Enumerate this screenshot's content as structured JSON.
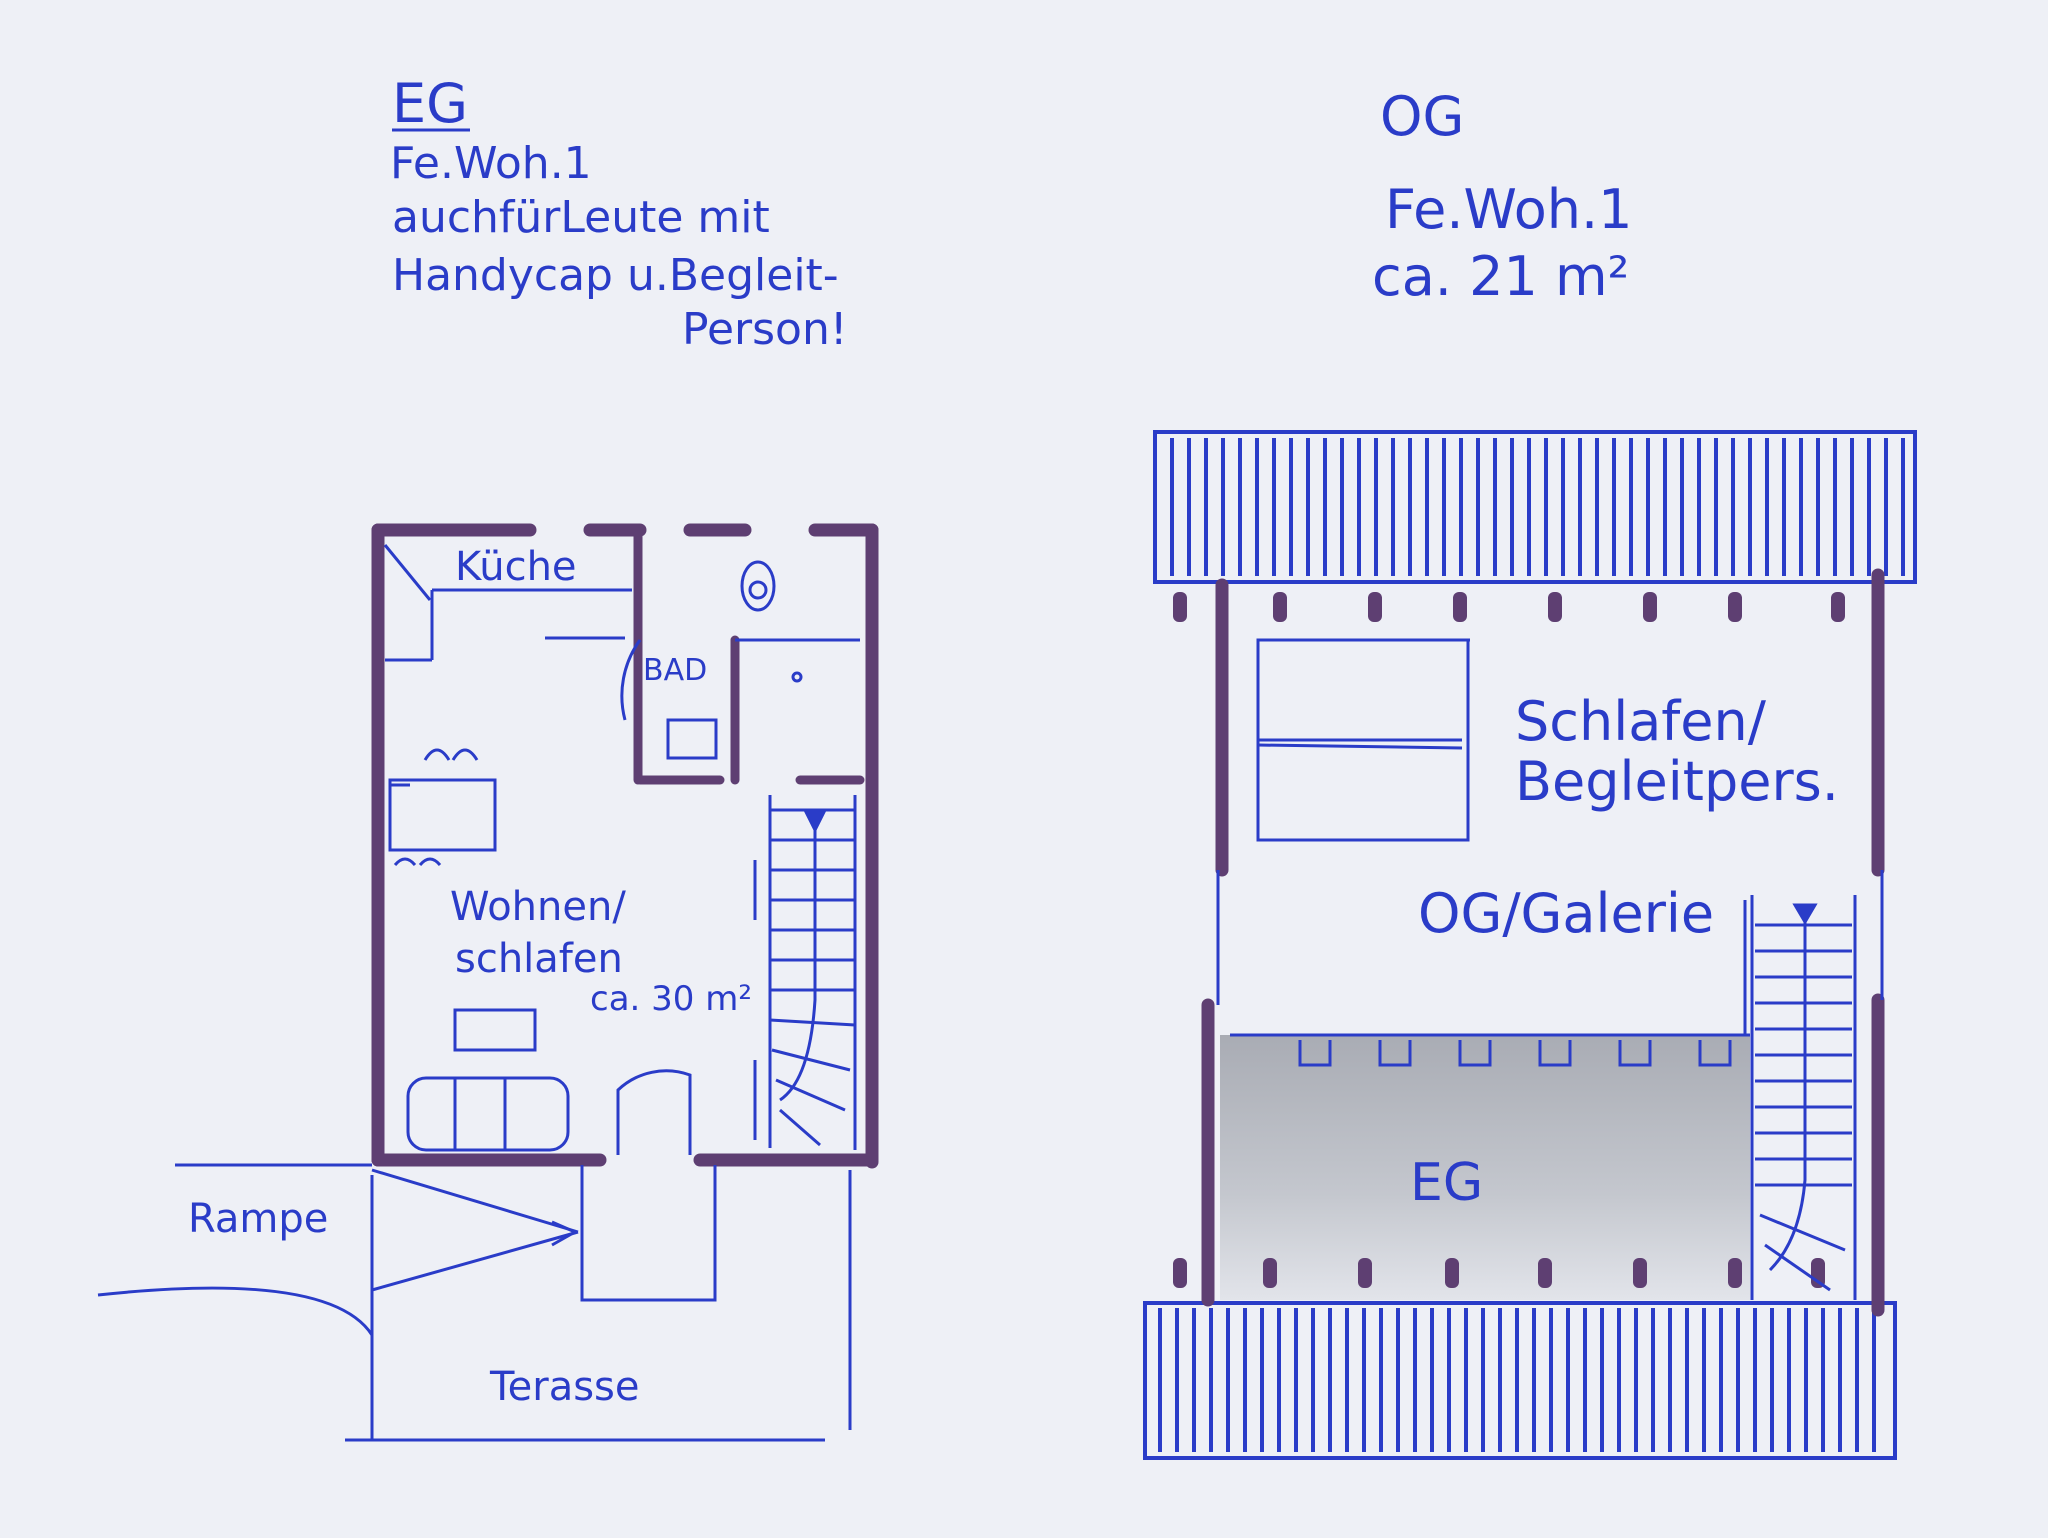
{
  "colors": {
    "paper": "#eef0f6",
    "ink_blue": "#2a3cc8",
    "ink_purple": "#5e3f72",
    "shade_gray": "#b9bcc4"
  },
  "eg_plan": {
    "title": "EG",
    "notes": [
      "Fe.Woh.1",
      "auchfürLeute mit",
      "Handycap u.Begleit-",
      "Person!"
    ],
    "rooms": {
      "kueche": "Küche",
      "bad": "BAD",
      "wohnen_line1": "Wohnen/",
      "wohnen_line2": "schlafen",
      "area": "ca. 30 m²",
      "rampe": "Rampe",
      "terrasse": "Terasse"
    }
  },
  "og_plan": {
    "title": "OG",
    "notes": [
      "Fe.Woh.1",
      "ca. 21 m²"
    ],
    "rooms": {
      "schlafen_line1": "Schlafen/",
      "schlafen_line2": "Begleitpers.",
      "galerie": "OG/Galerie",
      "eg_void": "EG"
    }
  }
}
